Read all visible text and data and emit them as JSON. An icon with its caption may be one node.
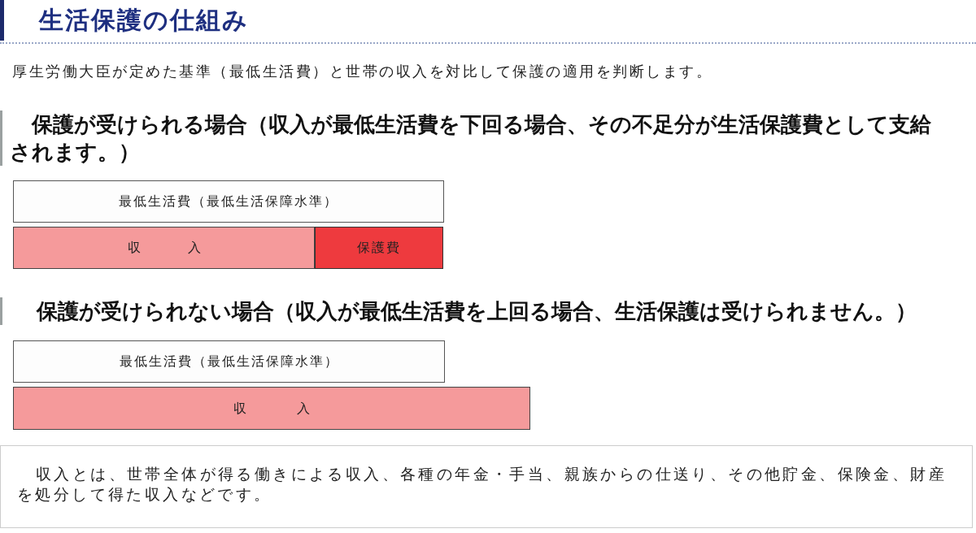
{
  "diagram": {
    "title": "生活保護の仕組み",
    "nodes": [
      {
        "text": [
          "最低生活費（最低生活保障水準）"
        ]
      },
      {
        "text": [
          "収入"
        ]
      },
      {
        "text": [
          "保護費"
        ]
      },
      {
        "text": [
          "最低生活費（最低生活保障水準）"
        ]
      },
      {
        "text": [
          "収入"
        ]
      },
      {
        "text": [
          "収入とは、世帯全体が得る働きによる収入、各種の年金・手当、親族からの仕送り、その他貯金、保険金、財産を処分して得た収入などです。"
        ]
      }
    ],
    "labels": [
      "厚生労働大臣が定めた基準（最低生活費）と世帯の収入を対比して保護の適用を判断します。",
      "保護が受けられる場合（収入が最低生活費を下回る場合、その不足分が生活保護費として支給されます。）",
      "保護が受けられない場合（収入が最低生活費を上回る場合、生活保護は受けられません。）"
    ]
  }
}
